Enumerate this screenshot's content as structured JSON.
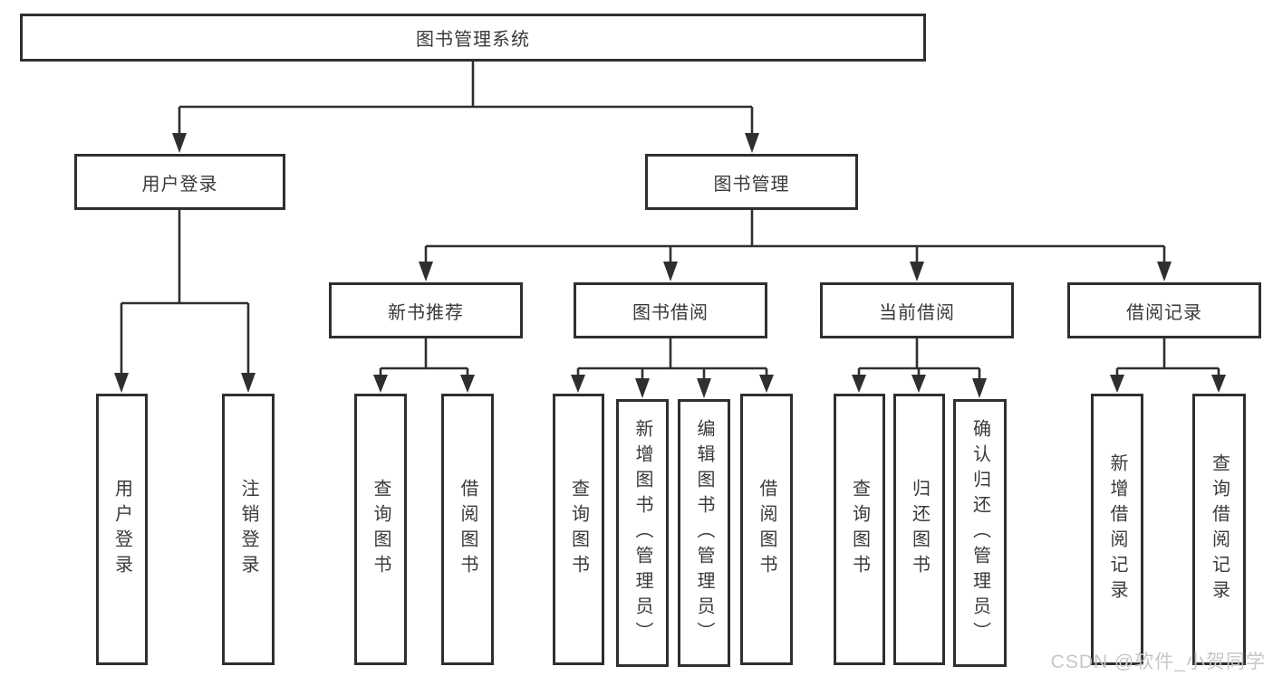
{
  "tree": {
    "root": {
      "label": "图书管理系统",
      "children": [
        {
          "label": "用户登录",
          "children": [
            {
              "label": "用户登录"
            },
            {
              "label": "注销登录"
            }
          ]
        },
        {
          "label": "图书管理",
          "children": [
            {
              "label": "新书推荐",
              "children": [
                {
                  "label": "查询图书"
                },
                {
                  "label": "借阅图书"
                }
              ]
            },
            {
              "label": "图书借阅",
              "children": [
                {
                  "label": "查询图书"
                },
                {
                  "label": "新增图书（管理员）"
                },
                {
                  "label": "编辑图书（管理员）"
                },
                {
                  "label": "借阅图书"
                }
              ]
            },
            {
              "label": "当前借阅",
              "children": [
                {
                  "label": "查询图书"
                },
                {
                  "label": "归还图书"
                },
                {
                  "label": "确认归还（管理员）"
                }
              ]
            },
            {
              "label": "借阅记录",
              "children": [
                {
                  "label": "新增借阅记录"
                },
                {
                  "label": "查询借阅记录"
                }
              ]
            }
          ]
        }
      ]
    }
  },
  "watermark": {
    "text": "CSDN @软件_小贺同学"
  },
  "colors": {
    "line": "#2f2f2f",
    "border": "#2f2f2f",
    "text": "#3a3a3a",
    "watermark": "#c7c7c7",
    "background": "#ffffff"
  }
}
